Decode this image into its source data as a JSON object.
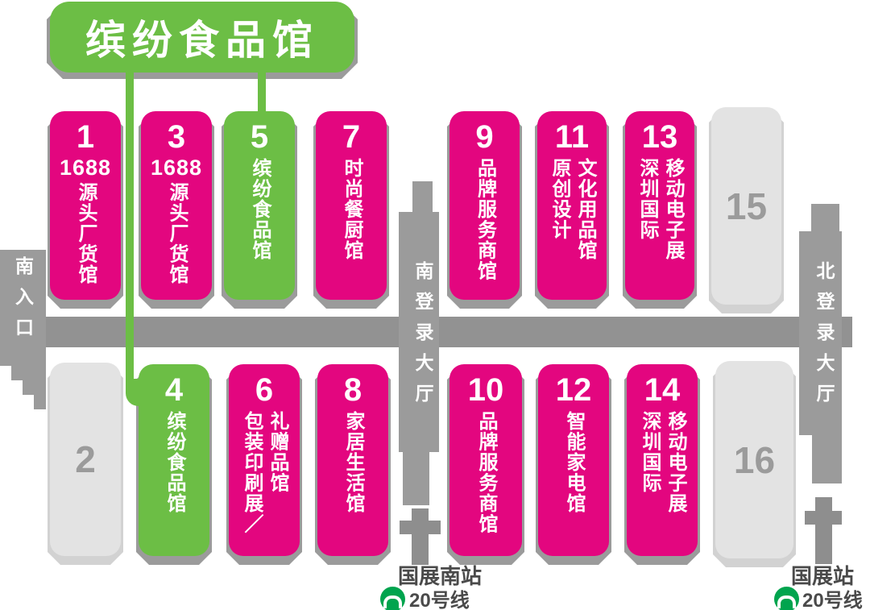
{
  "banner": {
    "label": "缤纷食品馆"
  },
  "entrance": {
    "label": "南入口"
  },
  "lobbies": {
    "south": "南登录大厅",
    "north": "北登录大厅"
  },
  "halls": [
    {
      "num": "1",
      "type": "pink",
      "pre": "1688",
      "cols": [
        "源头厂货馆"
      ]
    },
    {
      "num": "3",
      "type": "pink",
      "pre": "1688",
      "cols": [
        "源头厂货馆"
      ]
    },
    {
      "num": "5",
      "type": "green",
      "cols": [
        "缤纷食品馆"
      ]
    },
    {
      "num": "7",
      "type": "pink",
      "cols": [
        "时尚餐厨馆"
      ]
    },
    {
      "num": "9",
      "type": "pink",
      "cols": [
        "品牌服务商馆"
      ]
    },
    {
      "num": "11",
      "type": "pink",
      "cols": [
        "文化用品馆",
        "原创设计"
      ]
    },
    {
      "num": "13",
      "type": "pink",
      "cols": [
        "移动电子展",
        "深圳国际"
      ]
    },
    {
      "num": "15",
      "type": "gray"
    },
    {
      "num": "2",
      "type": "gray"
    },
    {
      "num": "4",
      "type": "green",
      "cols": [
        "缤纷食品馆"
      ]
    },
    {
      "num": "6",
      "type": "pink",
      "cols": [
        "礼赠品馆",
        "包装印刷展／"
      ]
    },
    {
      "num": "8",
      "type": "pink",
      "cols": [
        "家居生活馆"
      ]
    },
    {
      "num": "10",
      "type": "pink",
      "cols": [
        "品牌服务商馆"
      ]
    },
    {
      "num": "12",
      "type": "pink",
      "cols": [
        "智能家电馆"
      ]
    },
    {
      "num": "14",
      "type": "pink",
      "cols": [
        "移动电子展",
        "深圳国际"
      ]
    },
    {
      "num": "16",
      "type": "gray"
    }
  ],
  "metro": {
    "south": {
      "station": "国展南站",
      "line": "20号线"
    },
    "north": {
      "station": "国展站",
      "line": "20号线"
    }
  },
  "colors": {
    "pink": "#e3067f",
    "green": "#6cbe45",
    "bar": "#9b9b9b",
    "corridor": "#929292",
    "lighthall": "#e3e3e3",
    "lightshadow": "#d2d2d2",
    "graynum": "#9b9b9b",
    "arrow": "#8e8e8e",
    "darktext": "#4a4a4a",
    "metrogreen": "#00a44e"
  }
}
